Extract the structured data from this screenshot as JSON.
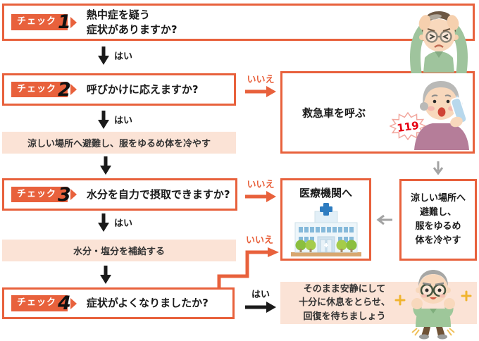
{
  "colors": {
    "accent": "#e8613c",
    "pink_bg": "#fbe3d6",
    "emergency_red": "#e60012",
    "gray_arrow": "#a3a3a3"
  },
  "labels": {
    "yes": "はい",
    "no": "いいえ"
  },
  "checks": {
    "c1": {
      "tag": "チェック",
      "num": "1",
      "line1": "熱中症を疑う",
      "line2": "症状がありますか?"
    },
    "c2": {
      "tag": "チェック",
      "num": "2",
      "question": "呼びかけに応えますか?"
    },
    "c3": {
      "tag": "チェック",
      "num": "3",
      "question": "水分を自力で摂取できますか?"
    },
    "c4": {
      "tag": "チェック",
      "num": "4",
      "question": "症状がよくなりましたか?"
    }
  },
  "bars": {
    "cool": "涼しい場所へ避難し、服をゆるめ体を冷やす",
    "hydrate": "水分・塩分を補給する"
  },
  "boxes": {
    "ambulance": {
      "label": "救急車を呼ぶ",
      "badge": "119"
    },
    "medical": {
      "label": "医療機関へ"
    },
    "cool_side": {
      "line1": "涼しい場所へ",
      "line2": "避難し、",
      "line3": "服をゆるめ",
      "line4": "体を冷やす"
    },
    "rest": {
      "line1": "そのまま安静にして",
      "line2": "十分に休息をとらせ、",
      "line3": "回復を待ちましょう"
    }
  }
}
